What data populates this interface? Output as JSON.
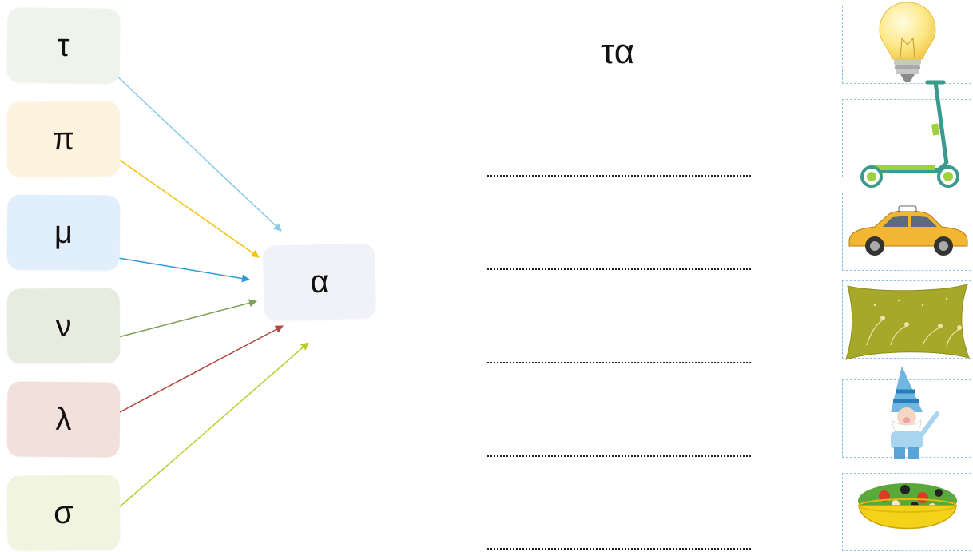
{
  "consonants": [
    {
      "letter": "τ",
      "color": "#eef3ec",
      "arrow": "#87cbe8"
    },
    {
      "letter": "π",
      "color": "#fdf3df",
      "arrow": "#f1c40f"
    },
    {
      "letter": "μ",
      "color": "#e1eefb",
      "arrow": "#2f9bd6"
    },
    {
      "letter": "ν",
      "color": "#e8ece0",
      "arrow": "#7da35b"
    },
    {
      "letter": "λ",
      "color": "#f2e0dc",
      "arrow": "#b5453a"
    },
    {
      "letter": "σ",
      "color": "#f1f4df",
      "arrow": "#b8cc2a"
    }
  ],
  "vowel": {
    "letter": "α",
    "color": "#f1f2f8"
  },
  "example_word": "τα",
  "answer_lines": [
    "",
    "",
    "",
    "",
    ""
  ],
  "pictures": [
    {
      "name": "light-bulb-icon"
    },
    {
      "name": "scooter-icon"
    },
    {
      "name": "taxi-icon"
    },
    {
      "name": "pillow-icon"
    },
    {
      "name": "gnome-icon"
    },
    {
      "name": "salad-icon"
    }
  ]
}
